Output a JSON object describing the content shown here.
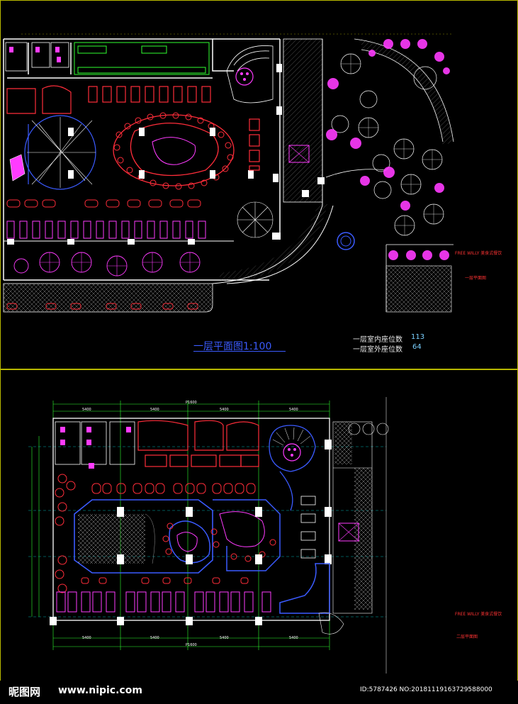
{
  "sheet1": {
    "title": "一层平面图1:100",
    "indoor_seats_label": "一层室内座位数",
    "indoor_seats_value": "113",
    "outdoor_seats_label": "一层室外座位数",
    "outdoor_seats_value": "64",
    "brand_text": "FREE WILLY 美食式餐饮",
    "floor_label": "一层平面图"
  },
  "sheet2": {
    "brand_text": "FREE WILLY 美食式餐饮",
    "floor_label": "二层平面图",
    "dims_top": [
      "P1600",
      "5400",
      "5400",
      "5400",
      "5400"
    ],
    "dims_bottom": [
      "5400",
      "5400",
      "5400",
      "5400",
      "P1600"
    ]
  },
  "footer": {
    "logo": "昵图网",
    "site": "www.nipic.com",
    "id_text": "ID:5787426 NO:20181119163729588000"
  },
  "colors": {
    "frame": "#b8b800",
    "wall": "#ffffff",
    "furniture_red": "#ff2d3a",
    "furniture_magenta": "#ff3bff",
    "glass_blue": "#3b5bff",
    "grid_cyan": "#00e0e0",
    "dim_green": "#30ff30"
  }
}
